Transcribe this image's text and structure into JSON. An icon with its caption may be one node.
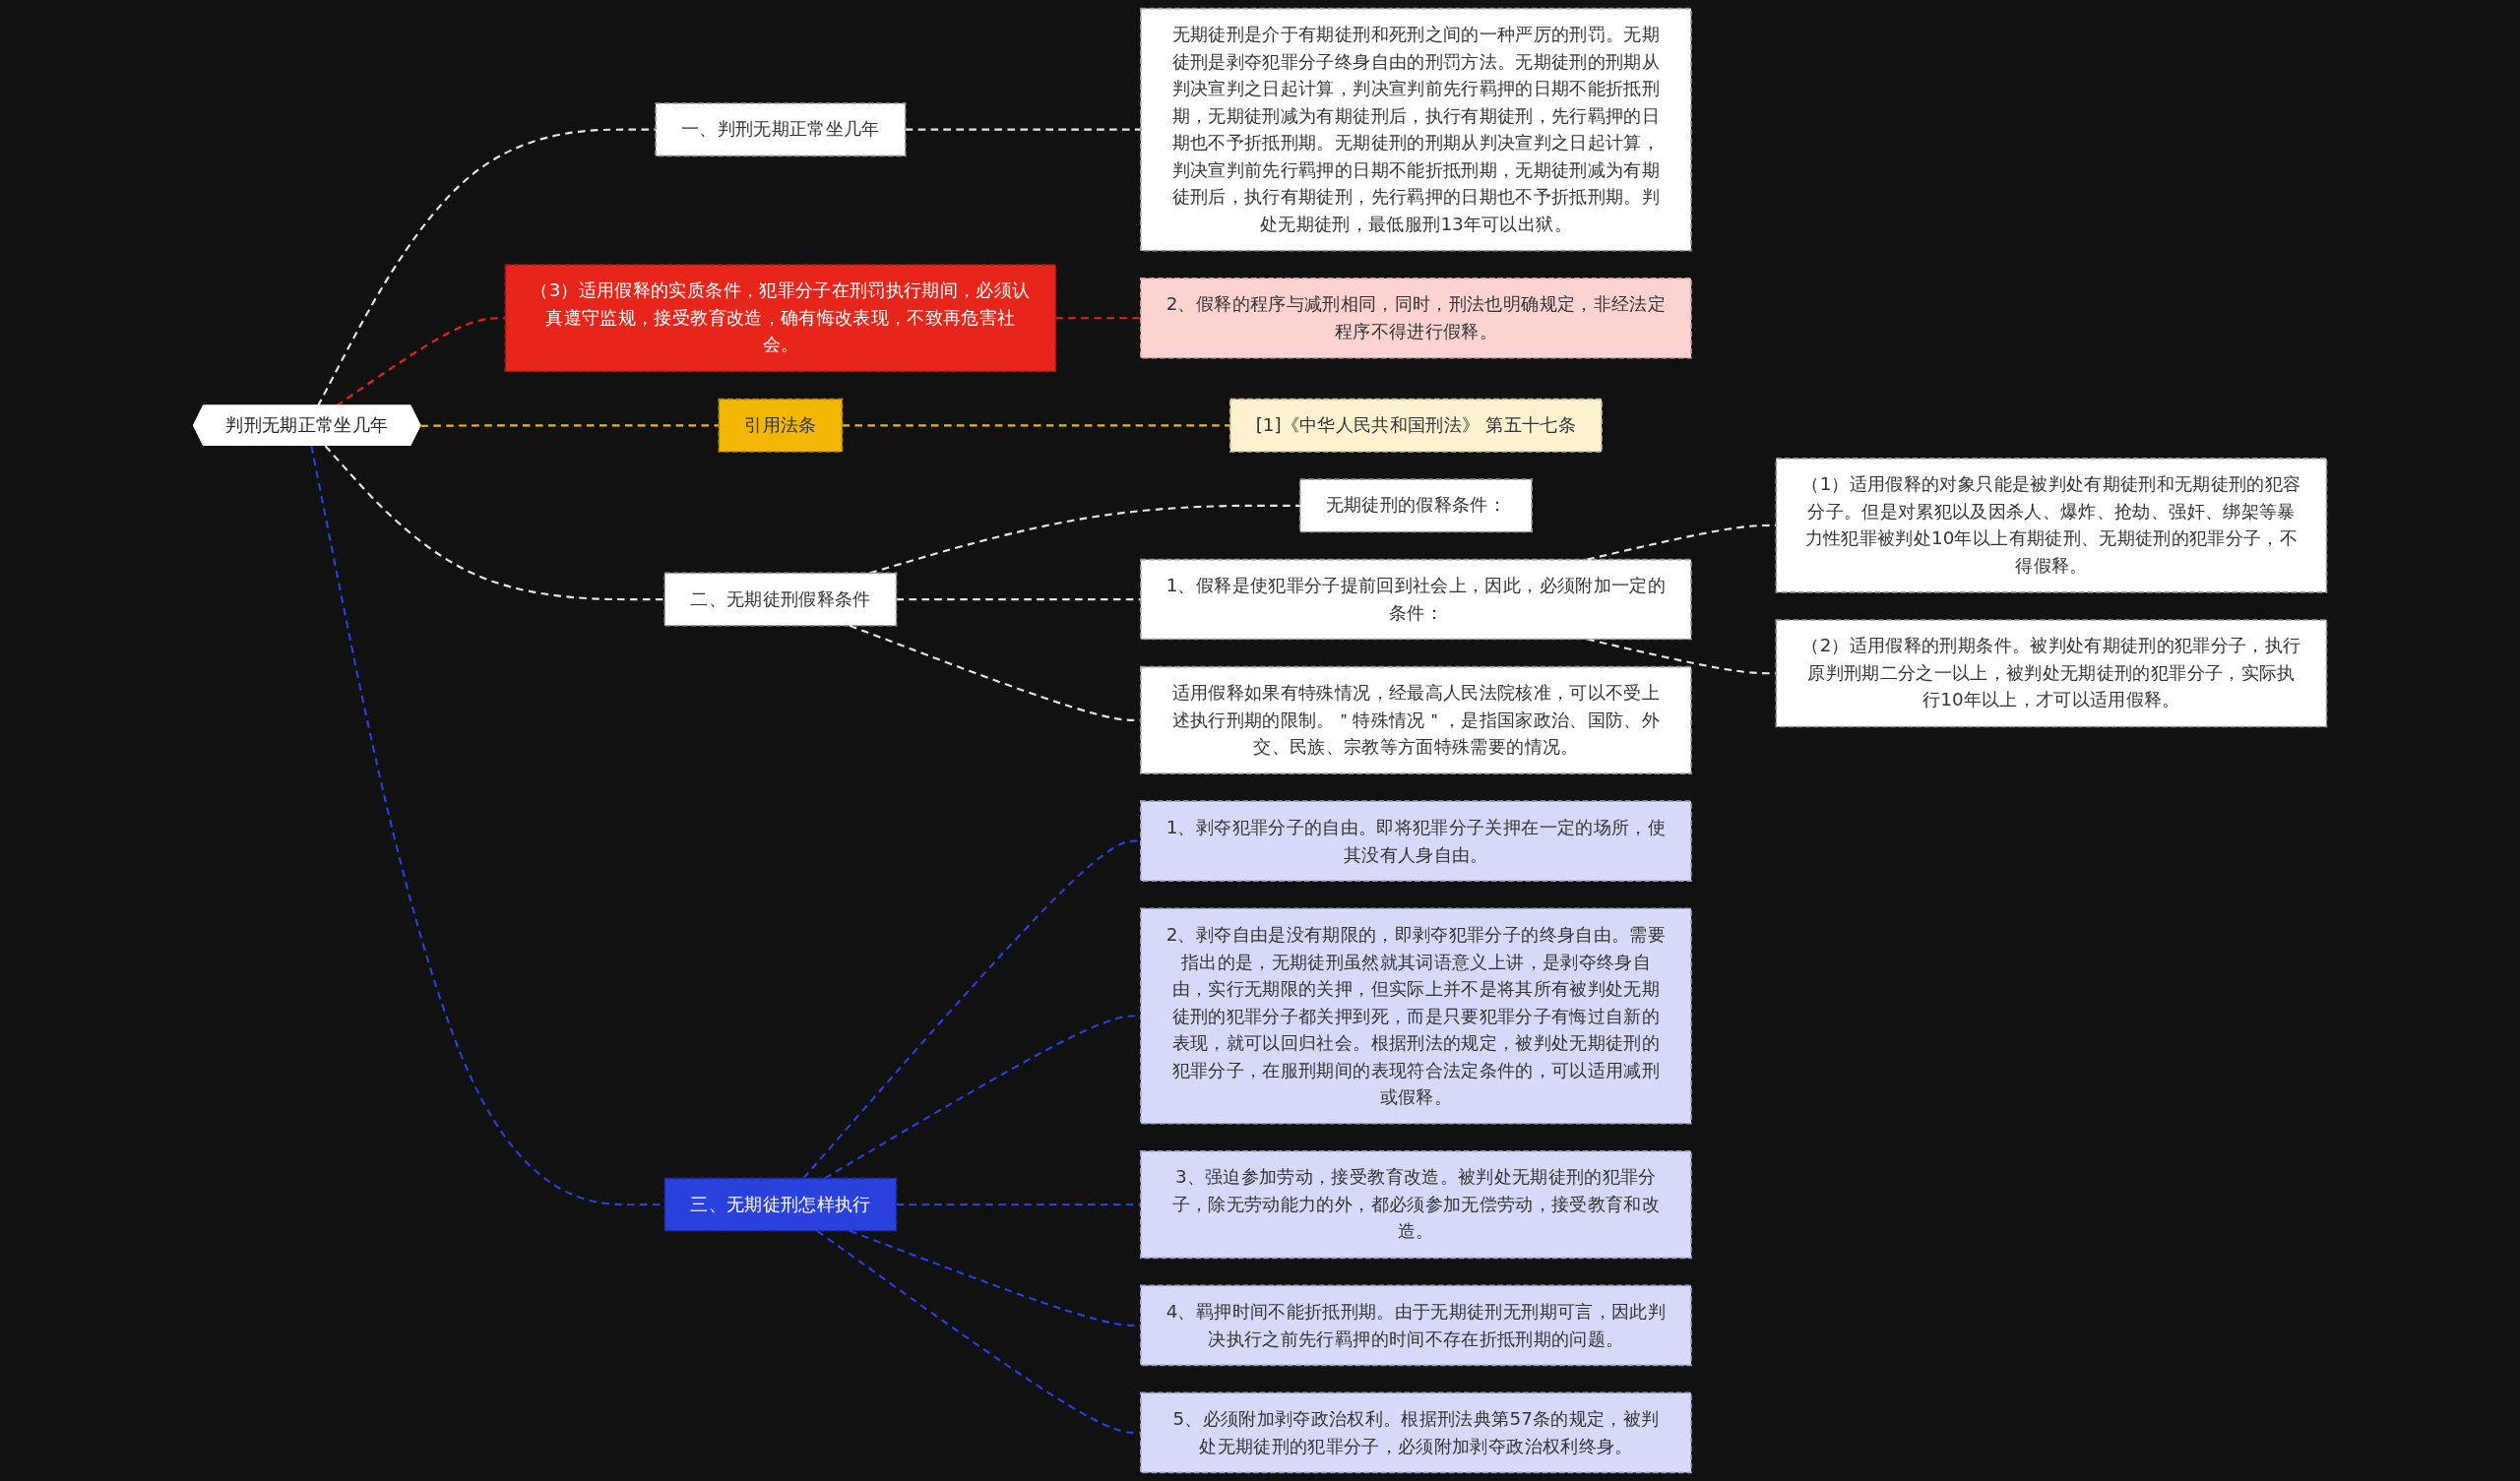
{
  "diagram": {
    "nodes": [
      {
        "text": [
          "判刑无期正常坐几年"
        ]
      },
      {
        "text": [
          "一、判刑无期正常坐几年"
        ]
      },
      {
        "text": [
          "无期徒刑是介于有期徒刑和死刑之间的一种严厉的刑罚。无期徒刑是剥夺犯罪分子终身自由的刑罚方法。无期徒刑的刑期从判决宣判之日起计算，判决宣判前先行羁押的日期不能折抵刑期，无期徒刑减为有期徒刑后，执行有期徒刑，先行羁押的日期也不予折抵刑期。无期徒刑的刑期从判决宣判之日起计算，判决宣判前先行羁押的日期不能折抵刑期，无期徒刑减为有期徒刑后，执行有期徒刑，先行羁押的日期也不予折抵刑期。判处无期徒刑，最低服刑13年可以出狱。"
        ]
      },
      {
        "text": [
          "（3）适用假释的实质条件，犯罪分子在刑罚执行期间，必须认真遵守监规，接受教育改造，确有悔改表现，不致再危害社会。"
        ]
      },
      {
        "text": [
          "2、假释的程序与减刑相同，同时，刑法也明确规定，非经法定程序不得进行假释。"
        ]
      },
      {
        "text": [
          "引用法条"
        ]
      },
      {
        "text": [
          "[1]《中华人民共和国刑法》 第五十七条"
        ]
      },
      {
        "text": [
          "二、无期徒刑假释条件"
        ]
      },
      {
        "text": [
          "无期徒刑的假释条件："
        ]
      },
      {
        "text": [
          "1、假释是使犯罪分子提前回到社会上，因此，必须附加一定的条件："
        ]
      },
      {
        "text": [
          "（1）适用假释的对象只能是被判处有期徒刑和无期徒刑的犯容分子。但是对累犯以及因杀人、爆炸、抢劫、强奸、绑架等暴力性犯罪被判处10年以上有期徒刑、无期徒刑的犯罪分子，不得假释。"
        ]
      },
      {
        "text": [
          "（2）适用假释的刑期条件。被判处有期徒刑的犯罪分子，执行原判刑期二分之一以上，被判处无期徒刑的犯罪分子，实际执行10年以上，才可以适用假释。"
        ]
      },
      {
        "text": [
          "适用假释如果有特殊情况，经最高人民法院核准，可以不受上述执行刑期的限制。＂特殊情况＂，是指国家政治、国防、外交、民族、宗教等方面特殊需要的情况。"
        ]
      },
      {
        "text": [
          "三、无期徒刑怎样执行"
        ]
      },
      {
        "text": [
          "1、剥夺犯罪分子的自由。即将犯罪分子关押在一定的场所，使其没有人身自由。"
        ]
      },
      {
        "text": [
          "2、剥夺自由是没有期限的，即剥夺犯罪分子的终身自由。需要指出的是，无期徒刑虽然就其词语意义上讲，是剥夺终身自由，实行无期限的关押，但实际上并不是将其所有被判处无期徒刑的犯罪分子都关押到死，而是只要犯罪分子有悔过自新的表现，就可以回归社会。根据刑法的规定，被判处无期徒刑的犯罪分子，在服刑期间的表现符合法定条件的，可以适用减刑或假释。"
        ]
      },
      {
        "text": [
          "3、强迫参加劳动，接受教育改造。被判处无期徒刑的犯罪分子，除无劳动能力的外，都必须参加无偿劳动，接受教育和改造。"
        ]
      },
      {
        "text": [
          "4、羁押时间不能折抵刑期。由于无期徒刑无刑期可言，因此判决执行之前先行羁押的时间不存在折抵刑期的问题。"
        ]
      },
      {
        "text": [
          "5、必须附加剥夺政治权利。根据刑法典第57条的规定，被判处无期徒刑的犯罪分子，必须附加剥夺政治权利终身。"
        ]
      }
    ],
    "edges": [
      {
        "from": 0,
        "to": 1,
        "arrow": "none",
        "style": "dashed"
      },
      {
        "from": 1,
        "to": 2,
        "arrow": "none",
        "style": "dashed"
      },
      {
        "from": 0,
        "to": 3,
        "arrow": "none",
        "style": "dashed",
        "color": "#e8251a"
      },
      {
        "from": 3,
        "to": 4,
        "arrow": "none",
        "style": "dashed",
        "color": "#e8251a"
      },
      {
        "from": 0,
        "to": 5,
        "arrow": "none",
        "style": "dashed",
        "color": "#f2b705"
      },
      {
        "from": 5,
        "to": 6,
        "arrow": "none",
        "style": "dashed",
        "color": "#f2b705"
      },
      {
        "from": 0,
        "to": 7,
        "arrow": "none",
        "style": "dashed"
      },
      {
        "from": 7,
        "to": 8,
        "arrow": "none",
        "style": "dashed"
      },
      {
        "from": 7,
        "to": 9,
        "arrow": "none",
        "style": "dashed"
      },
      {
        "from": 9,
        "to": 10,
        "arrow": "none",
        "style": "dashed"
      },
      {
        "from": 9,
        "to": 11,
        "arrow": "none",
        "style": "dashed"
      },
      {
        "from": 7,
        "to": 12,
        "arrow": "none",
        "style": "dashed"
      },
      {
        "from": 0,
        "to": 13,
        "arrow": "none",
        "style": "dashed",
        "color": "#2a41dd"
      },
      {
        "from": 13,
        "to": 14,
        "arrow": "none",
        "style": "dashed",
        "color": "#2a41dd"
      },
      {
        "from": 13,
        "to": 15,
        "arrow": "none",
        "style": "dashed",
        "color": "#2a41dd"
      },
      {
        "from": 13,
        "to": 16,
        "arrow": "none",
        "style": "dashed",
        "color": "#2a41dd"
      },
      {
        "from": 13,
        "to": 17,
        "arrow": "none",
        "style": "dashed",
        "color": "#2a41dd"
      },
      {
        "from": 13,
        "to": 18,
        "arrow": "none",
        "style": "dashed",
        "color": "#2a41dd"
      }
    ]
  }
}
